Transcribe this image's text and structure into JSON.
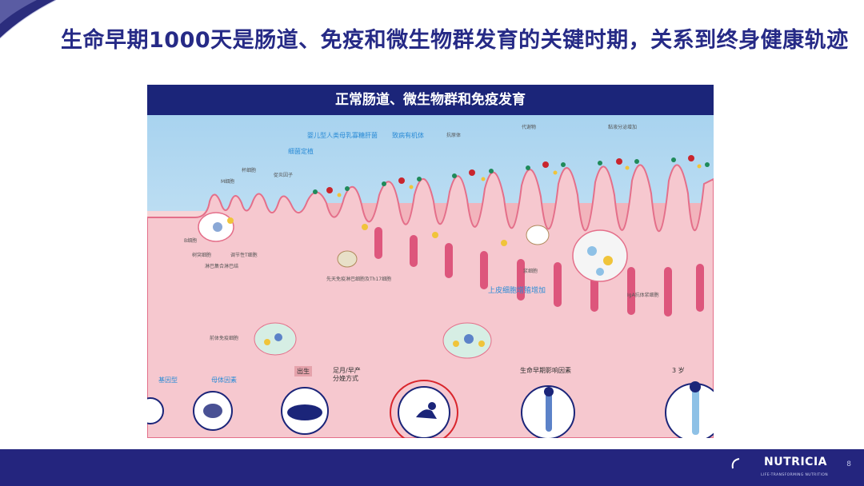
{
  "slide": {
    "title": "生命早期1000天是肠道、免疫和微生物群发育的关键时期，关系到终身健康轨迹",
    "page_number": "8"
  },
  "figure": {
    "header": "正常肠道、微生物群和免疫发育",
    "labels": {
      "infant_hmo": "婴儿型人类母乳寡糖肝菌",
      "pathobiont": "致病有机体",
      "ige": "抗原体",
      "metabolite": "代谢物",
      "mucus": "黏液分泌增加",
      "colonization": "细菌定植",
      "m_cell": "M细胞",
      "goblet": "杯细胞",
      "cytokine": "促炎因子",
      "b_cell": "B细胞",
      "dc": "树突细胞",
      "treg": "调节性T细胞",
      "lymphoid": "淋巴集合淋巴结",
      "peyer": "先天免疫淋巴细胞及Th17细胞",
      "plasma": "浆细胞",
      "epithelial_growth": "上皮细胞增殖增加",
      "iga": "IgA抗体浆细胞",
      "immune_precursor": "前体免疫细胞",
      "genotype": "基因型",
      "maternal": "母体因素",
      "birth": "出生",
      "term_preterm": "足月/早产",
      "delivery": "分娩方式",
      "early_life": "生命早期影响因素",
      "age_3": "3 岁"
    }
  },
  "colors": {
    "title": "#262a86",
    "header_bg": "#1b2579",
    "footer_bg": "#24257e",
    "highlight_ring": "#d9252c"
  },
  "footer": {
    "brand": "NUTRICIA",
    "tagline": "LIFE-TRANSFORMING NUTRITION"
  },
  "icons": [
    "corner-swoosh-icon",
    "nutricia-logo-icon"
  ]
}
